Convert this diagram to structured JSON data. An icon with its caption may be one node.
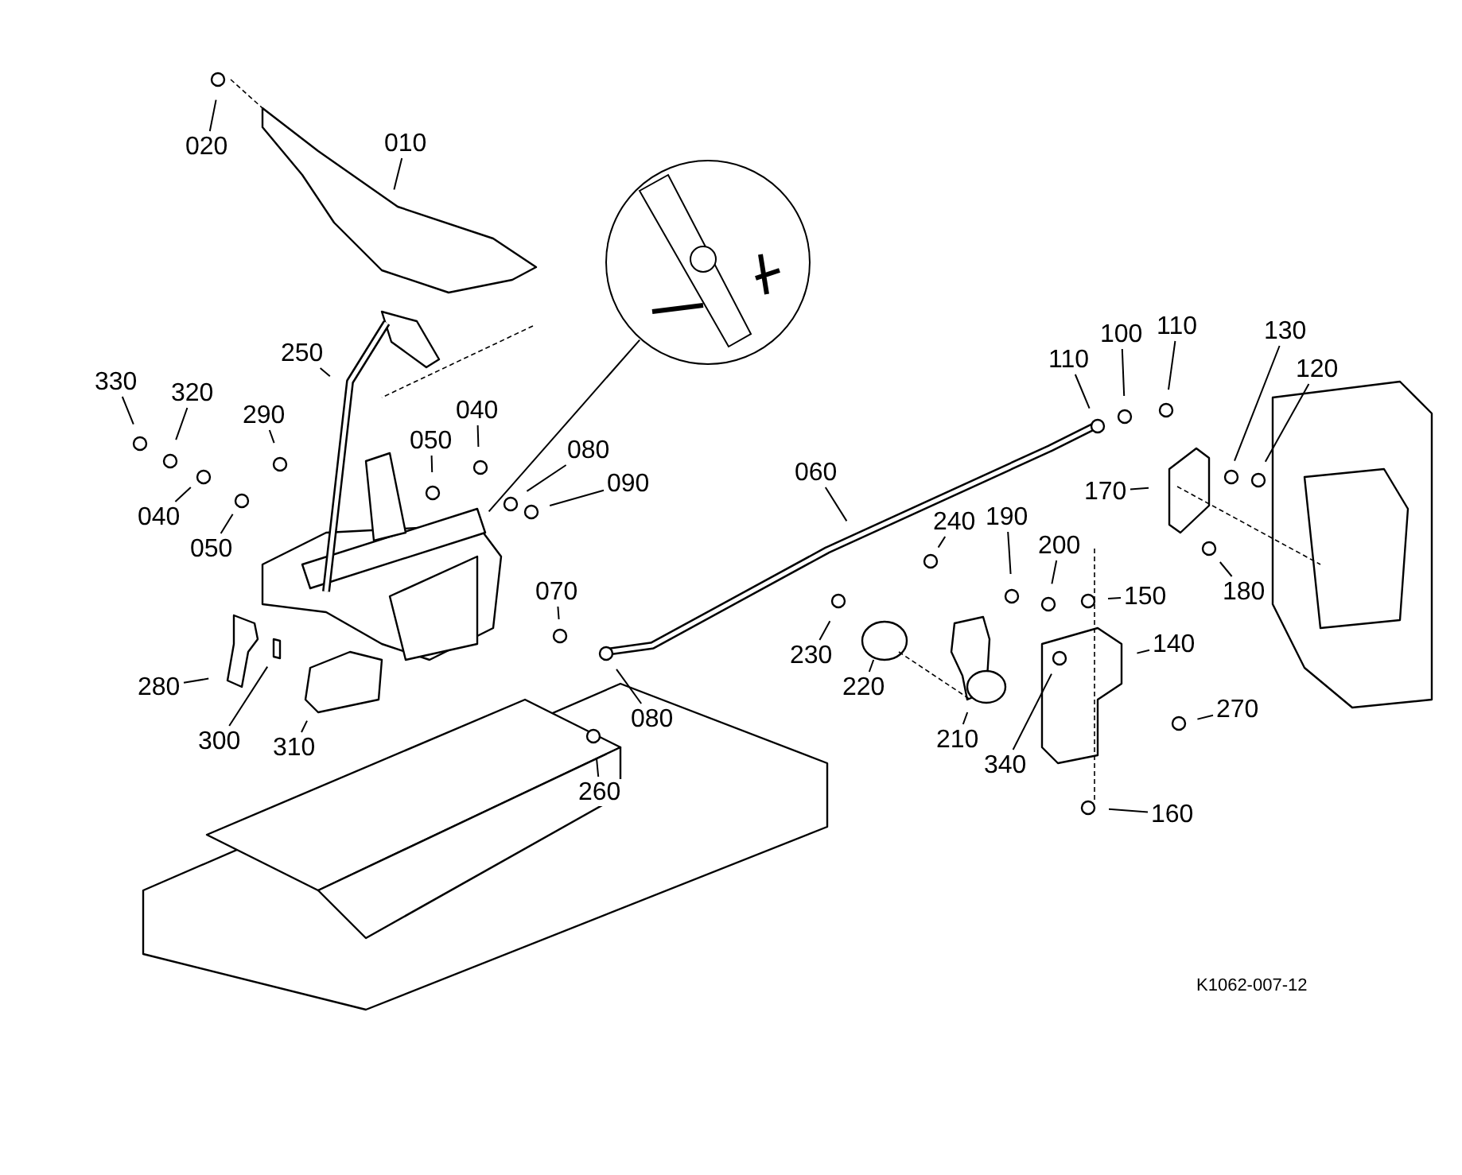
{
  "diagram": {
    "nodes": [
      {
        "text": [
          "020"
        ]
      },
      {
        "text": [
          "010"
        ]
      },
      {
        "text": [
          "250"
        ]
      },
      {
        "text": [
          "330"
        ]
      },
      {
        "text": [
          "320"
        ]
      },
      {
        "text": [
          "290"
        ]
      },
      {
        "text": [
          "040"
        ]
      },
      {
        "text": [
          "050"
        ]
      },
      {
        "text": [
          "040"
        ]
      },
      {
        "text": [
          "050"
        ]
      },
      {
        "text": [
          "080"
        ]
      },
      {
        "text": [
          "090"
        ]
      },
      {
        "text": [
          "070"
        ]
      },
      {
        "text": [
          "080"
        ]
      },
      {
        "text": [
          "060"
        ]
      },
      {
        "text": [
          "110"
        ]
      },
      {
        "text": [
          "100"
        ]
      },
      {
        "text": [
          "110"
        ]
      },
      {
        "text": [
          "130"
        ]
      },
      {
        "text": [
          "120"
        ]
      },
      {
        "text": [
          "170"
        ]
      },
      {
        "text": [
          "180"
        ]
      },
      {
        "text": [
          "240"
        ]
      },
      {
        "text": [
          "190"
        ]
      },
      {
        "text": [
          "200"
        ]
      },
      {
        "text": [
          "150"
        ]
      },
      {
        "text": [
          "230"
        ]
      },
      {
        "text": [
          "220"
        ]
      },
      {
        "text": [
          "140"
        ]
      },
      {
        "text": [
          "270"
        ]
      },
      {
        "text": [
          "210"
        ]
      },
      {
        "text": [
          "340"
        ]
      },
      {
        "text": [
          "160"
        ]
      },
      {
        "text": [
          "280"
        ]
      },
      {
        "text": [
          "300"
        ]
      },
      {
        "text": [
          "310"
        ]
      },
      {
        "text": [
          "260"
        ]
      },
      {
        "text": [],
        "shape": "circle"
      }
    ],
    "edges": [
      {
        "from": 0,
        "to": null,
        "arrow": "none"
      },
      {
        "from": 1,
        "to": null,
        "arrow": "none"
      },
      {
        "from": 2,
        "to": null,
        "arrow": "none"
      },
      {
        "from": 3,
        "to": null,
        "arrow": "none"
      },
      {
        "from": 4,
        "to": null,
        "arrow": "none"
      },
      {
        "from": 5,
        "to": null,
        "arrow": "none"
      },
      {
        "from": 6,
        "to": null,
        "arrow": "none"
      },
      {
        "from": 7,
        "to": null,
        "arrow": "none"
      },
      {
        "from": 8,
        "to": null,
        "arrow": "none"
      },
      {
        "from": 9,
        "to": null,
        "arrow": "none"
      },
      {
        "from": 10,
        "to": null,
        "arrow": "none"
      },
      {
        "from": 11,
        "to": null,
        "arrow": "none"
      },
      {
        "from": 12,
        "to": null,
        "arrow": "none"
      },
      {
        "from": 13,
        "to": null,
        "arrow": "none"
      },
      {
        "from": 14,
        "to": null,
        "arrow": "none"
      },
      {
        "from": 15,
        "to": null,
        "arrow": "none"
      },
      {
        "from": 16,
        "to": null,
        "arrow": "none"
      },
      {
        "from": 17,
        "to": null,
        "arrow": "none"
      },
      {
        "from": 18,
        "to": null,
        "arrow": "none"
      },
      {
        "from": 19,
        "to": null,
        "arrow": "none"
      },
      {
        "from": 20,
        "to": null,
        "arrow": "none"
      },
      {
        "from": 21,
        "to": null,
        "arrow": "none"
      },
      {
        "from": 22,
        "to": null,
        "arrow": "none"
      },
      {
        "from": 23,
        "to": null,
        "arrow": "none"
      },
      {
        "from": 24,
        "to": null,
        "arrow": "none"
      },
      {
        "from": 25,
        "to": null,
        "arrow": "none"
      },
      {
        "from": 26,
        "to": null,
        "arrow": "none"
      },
      {
        "from": 27,
        "to": null,
        "arrow": "none"
      },
      {
        "from": 28,
        "to": null,
        "arrow": "none"
      },
      {
        "from": 29,
        "to": null,
        "arrow": "none"
      },
      {
        "from": 30,
        "to": null,
        "arrow": "none"
      },
      {
        "from": 31,
        "to": null,
        "arrow": "none"
      },
      {
        "from": 32,
        "to": null,
        "arrow": "none"
      },
      {
        "from": 33,
        "to": null,
        "arrow": "none"
      },
      {
        "from": 34,
        "to": null,
        "arrow": "none"
      },
      {
        "from": 35,
        "to": null,
        "arrow": "none"
      },
      {
        "from": 36,
        "to": null,
        "arrow": "none"
      },
      {
        "from": 37,
        "to": null,
        "arrow": "none"
      }
    ],
    "labels": [
      "K1062-007-12"
    ]
  }
}
